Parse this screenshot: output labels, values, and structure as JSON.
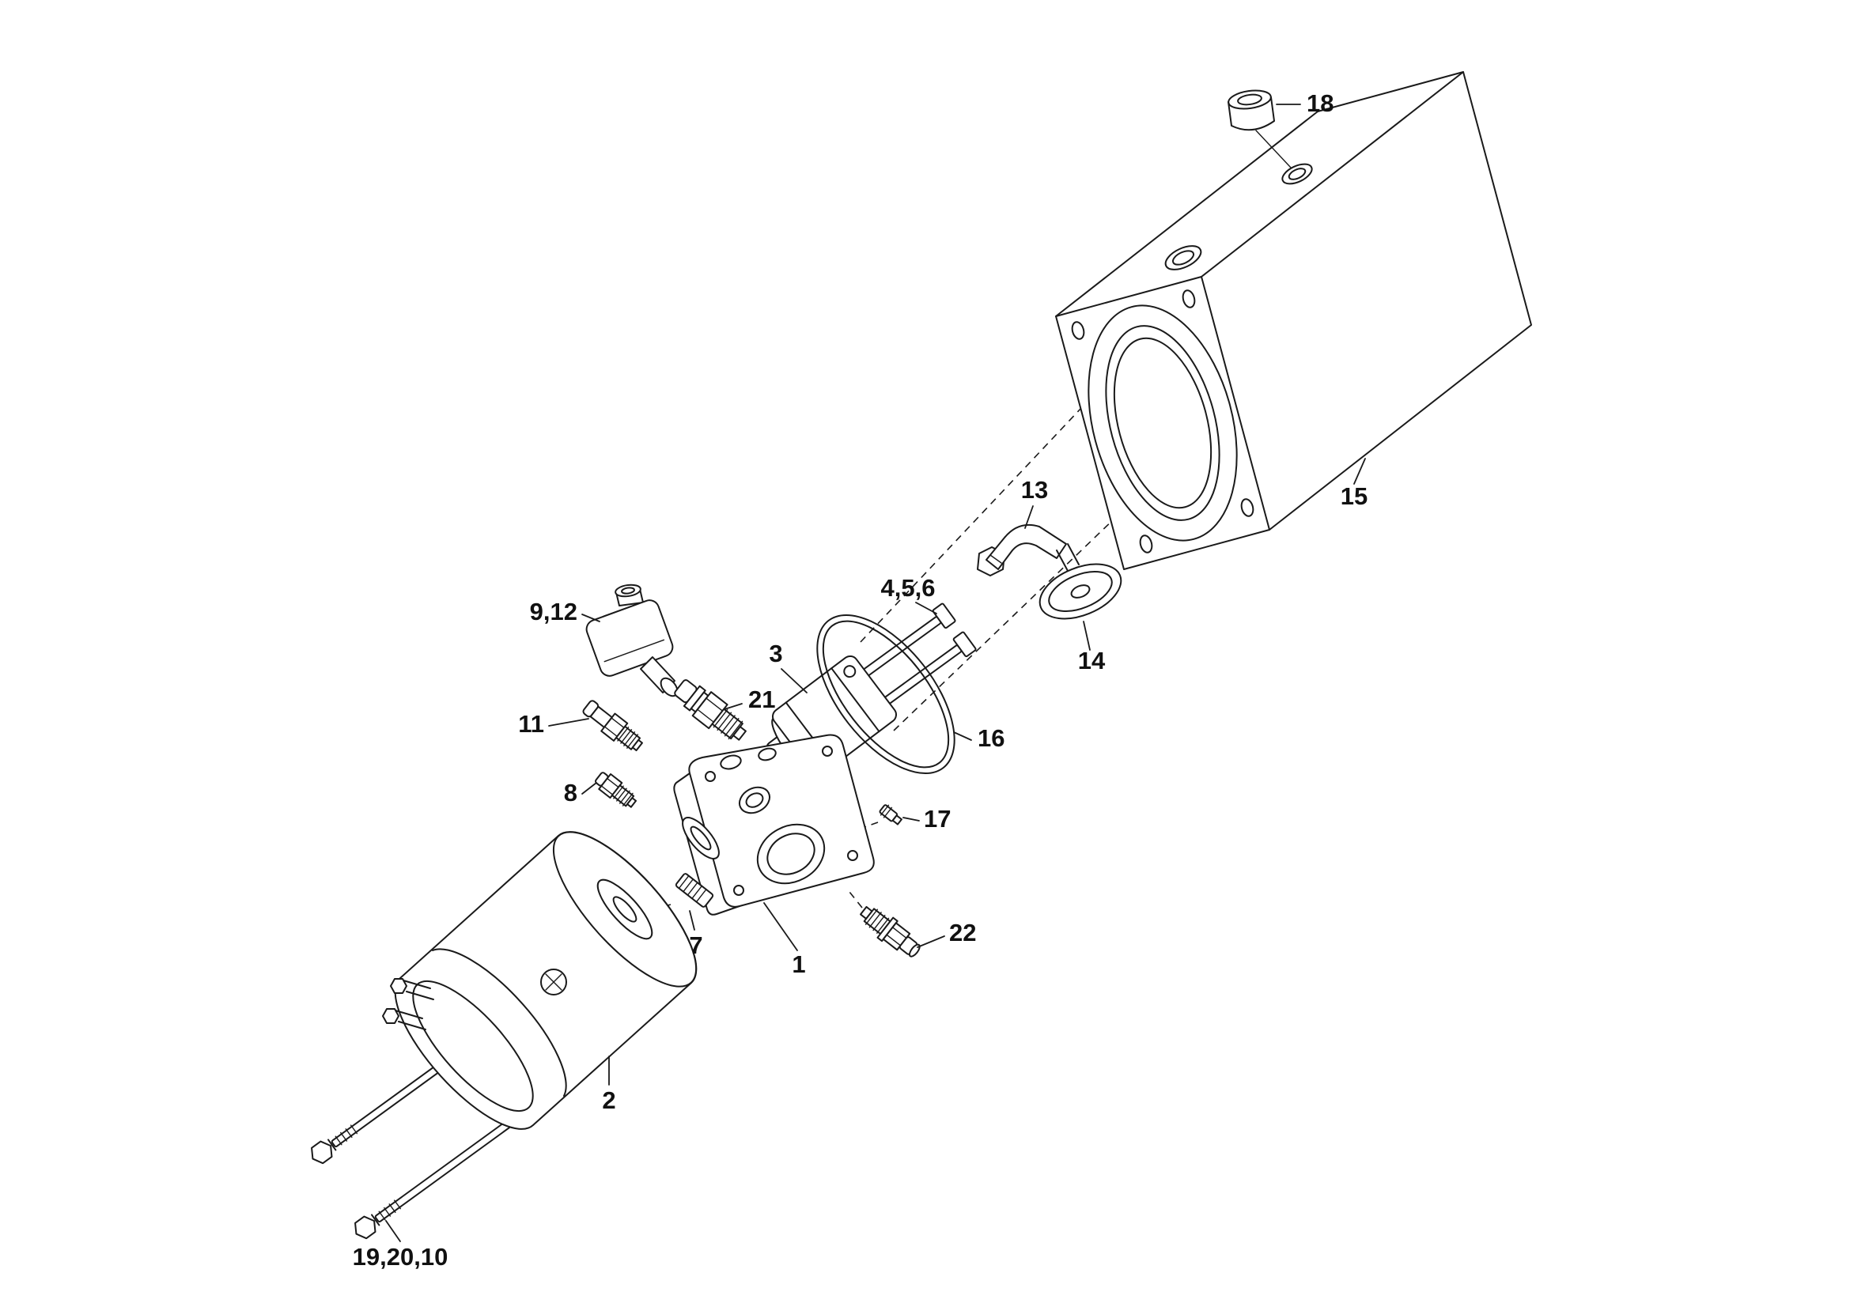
{
  "diagram": {
    "background_color": "#ffffff",
    "line_color": "#1a1a1a",
    "label_color": "#111111",
    "callouts": [
      {
        "label": "18"
      },
      {
        "label": "15"
      },
      {
        "label": "13"
      },
      {
        "label": "14"
      },
      {
        "label": "4,5,6"
      },
      {
        "label": "3"
      },
      {
        "label": "16"
      },
      {
        "label": "9,12"
      },
      {
        "label": "21"
      },
      {
        "label": "11"
      },
      {
        "label": "8"
      },
      {
        "label": "17"
      },
      {
        "label": "22"
      },
      {
        "label": "1"
      },
      {
        "label": "7"
      },
      {
        "label": "2"
      },
      {
        "label": "19,20,10"
      }
    ]
  }
}
